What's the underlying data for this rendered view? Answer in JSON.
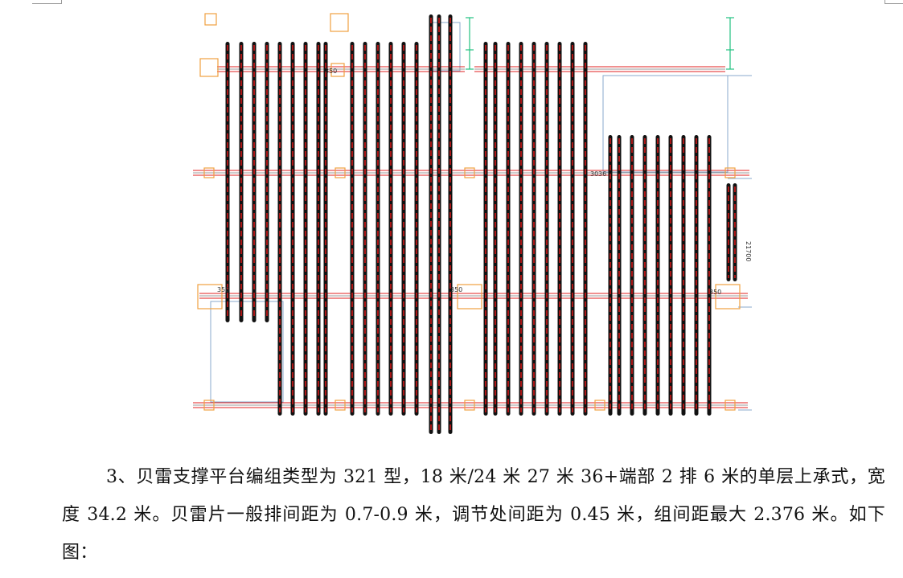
{
  "drawing": {
    "dimension_labels": {
      "spacing_350": "350",
      "spacing_30": "30",
      "spacing_36": "36",
      "height_21700": "21700"
    },
    "colors": {
      "truss_fill": "#111111",
      "truss_inner": "#d01818",
      "beam_red": "#e02020",
      "beam_gray": "#9a9a9a",
      "pad_orange": "#f0a040",
      "outline_blue": "#88aacc",
      "dimension_green": "#20c080"
    }
  },
  "paragraph": {
    "text": "3、贝雷支撑平台编组类型为 321 型，18 米/24 米 27 米 36+端部 2 排 6 米的单层上承式，宽度 34.2 米。贝雷片一般排间距为 0.7-0.9 米，调节处间距为 0.45 米，组间距最大 2.376 米。如下图："
  }
}
